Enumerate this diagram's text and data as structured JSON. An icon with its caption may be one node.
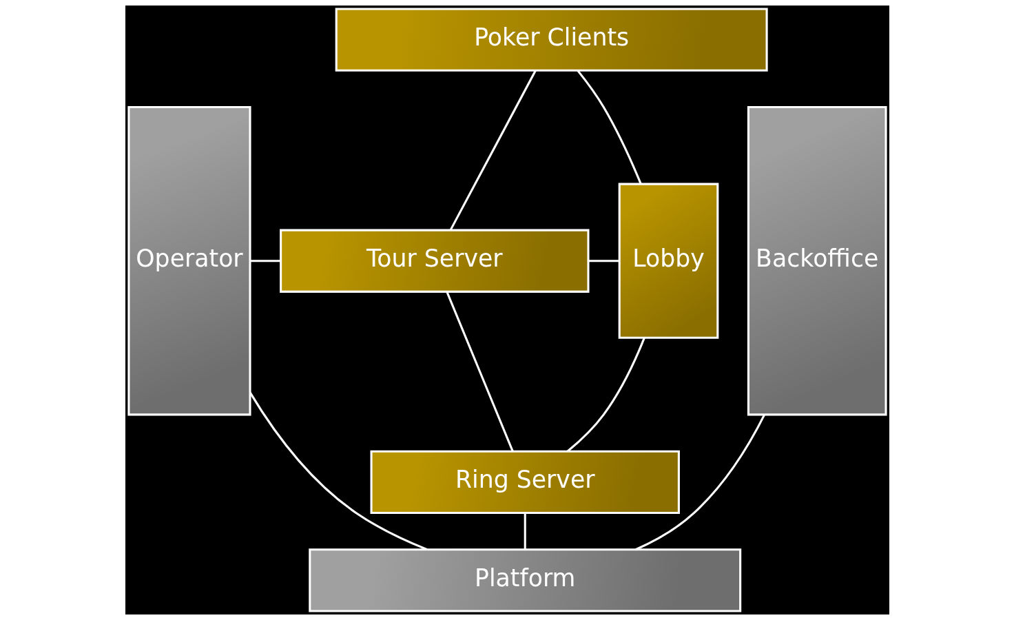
{
  "diagram": {
    "nodes": [
      {
        "text": [
          "Poker Clients"
        ]
      },
      {
        "text": [
          "Operator"
        ]
      },
      {
        "text": [
          "Tour Server"
        ]
      },
      {
        "text": [
          "Lobby"
        ]
      },
      {
        "text": [
          "Backoffice"
        ]
      },
      {
        "text": [
          "Ring Server"
        ]
      },
      {
        "text": [
          "Platform"
        ]
      }
    ],
    "edges": [
      {
        "from": 0,
        "to": 2,
        "arrow": "none"
      },
      {
        "from": 0,
        "to": 3,
        "arrow": "none"
      },
      {
        "from": 1,
        "to": 2,
        "arrow": "none"
      },
      {
        "from": 2,
        "to": 3,
        "arrow": "none"
      },
      {
        "from": 2,
        "to": 5,
        "arrow": "none"
      },
      {
        "from": 5,
        "to": 3,
        "arrow": "none"
      },
      {
        "from": 5,
        "to": 6,
        "arrow": "none"
      },
      {
        "from": 1,
        "to": 6,
        "arrow": "none"
      },
      {
        "from": 6,
        "to": 4,
        "arrow": "none"
      }
    ]
  }
}
